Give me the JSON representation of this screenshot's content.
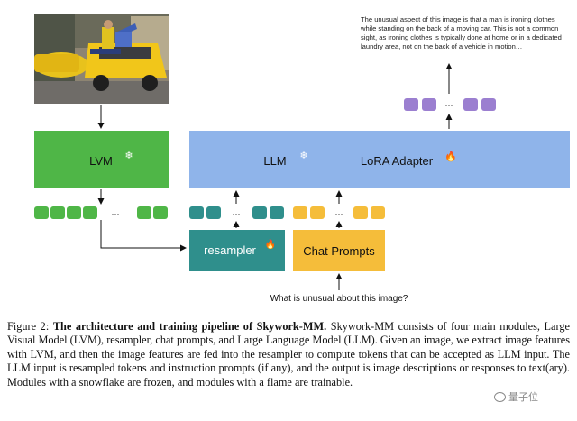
{
  "diagram": {
    "output_text": "The unusual aspect of this image is that a man is ironing clothes while standing on the back of a moving car. This is not a common sight, as ironing clothes is typically done at home or in a dedicated laundry area, not on the back of a vehicle in motion…",
    "lvm_label": "LVM",
    "llm_label": "LLM",
    "lora_label": "LoRA Adapter",
    "resampler_label": "resampler",
    "chat_prompts_label": "Chat Prompts",
    "question": "What is unusual about this image?",
    "ellipsis": "···",
    "snowflake": "❄",
    "flame": "🔥"
  },
  "caption": {
    "label": "Figure 2:",
    "title": "The architecture and training pipeline of Skywork-MM.",
    "body": "Skywork-MM consists of four main modules, Large Visual Model (LVM), resampler, chat prompts, and Large Language Model (LLM). Given an image, we extract image features with LVM, and then the image features are fed into the resampler to compute tokens that can be accepted as LLM input. The LLM input is resampled tokens and instruction prompts (if any), and the output is image descriptions or responses to text(ary). Modules with a snowflake are frozen, and modules with a flame are trainable."
  },
  "watermark": {
    "text": "量子位"
  },
  "colors": {
    "lvm": "#4fb647",
    "llm": "#8fb4ea",
    "resampler": "#2f8f8c",
    "chat": "#f5bd3a",
    "purple": "#9b7fd0",
    "teal_token": "#2f8f8c",
    "green_token": "#4fb647",
    "yellow_token": "#f5bd3a"
  }
}
